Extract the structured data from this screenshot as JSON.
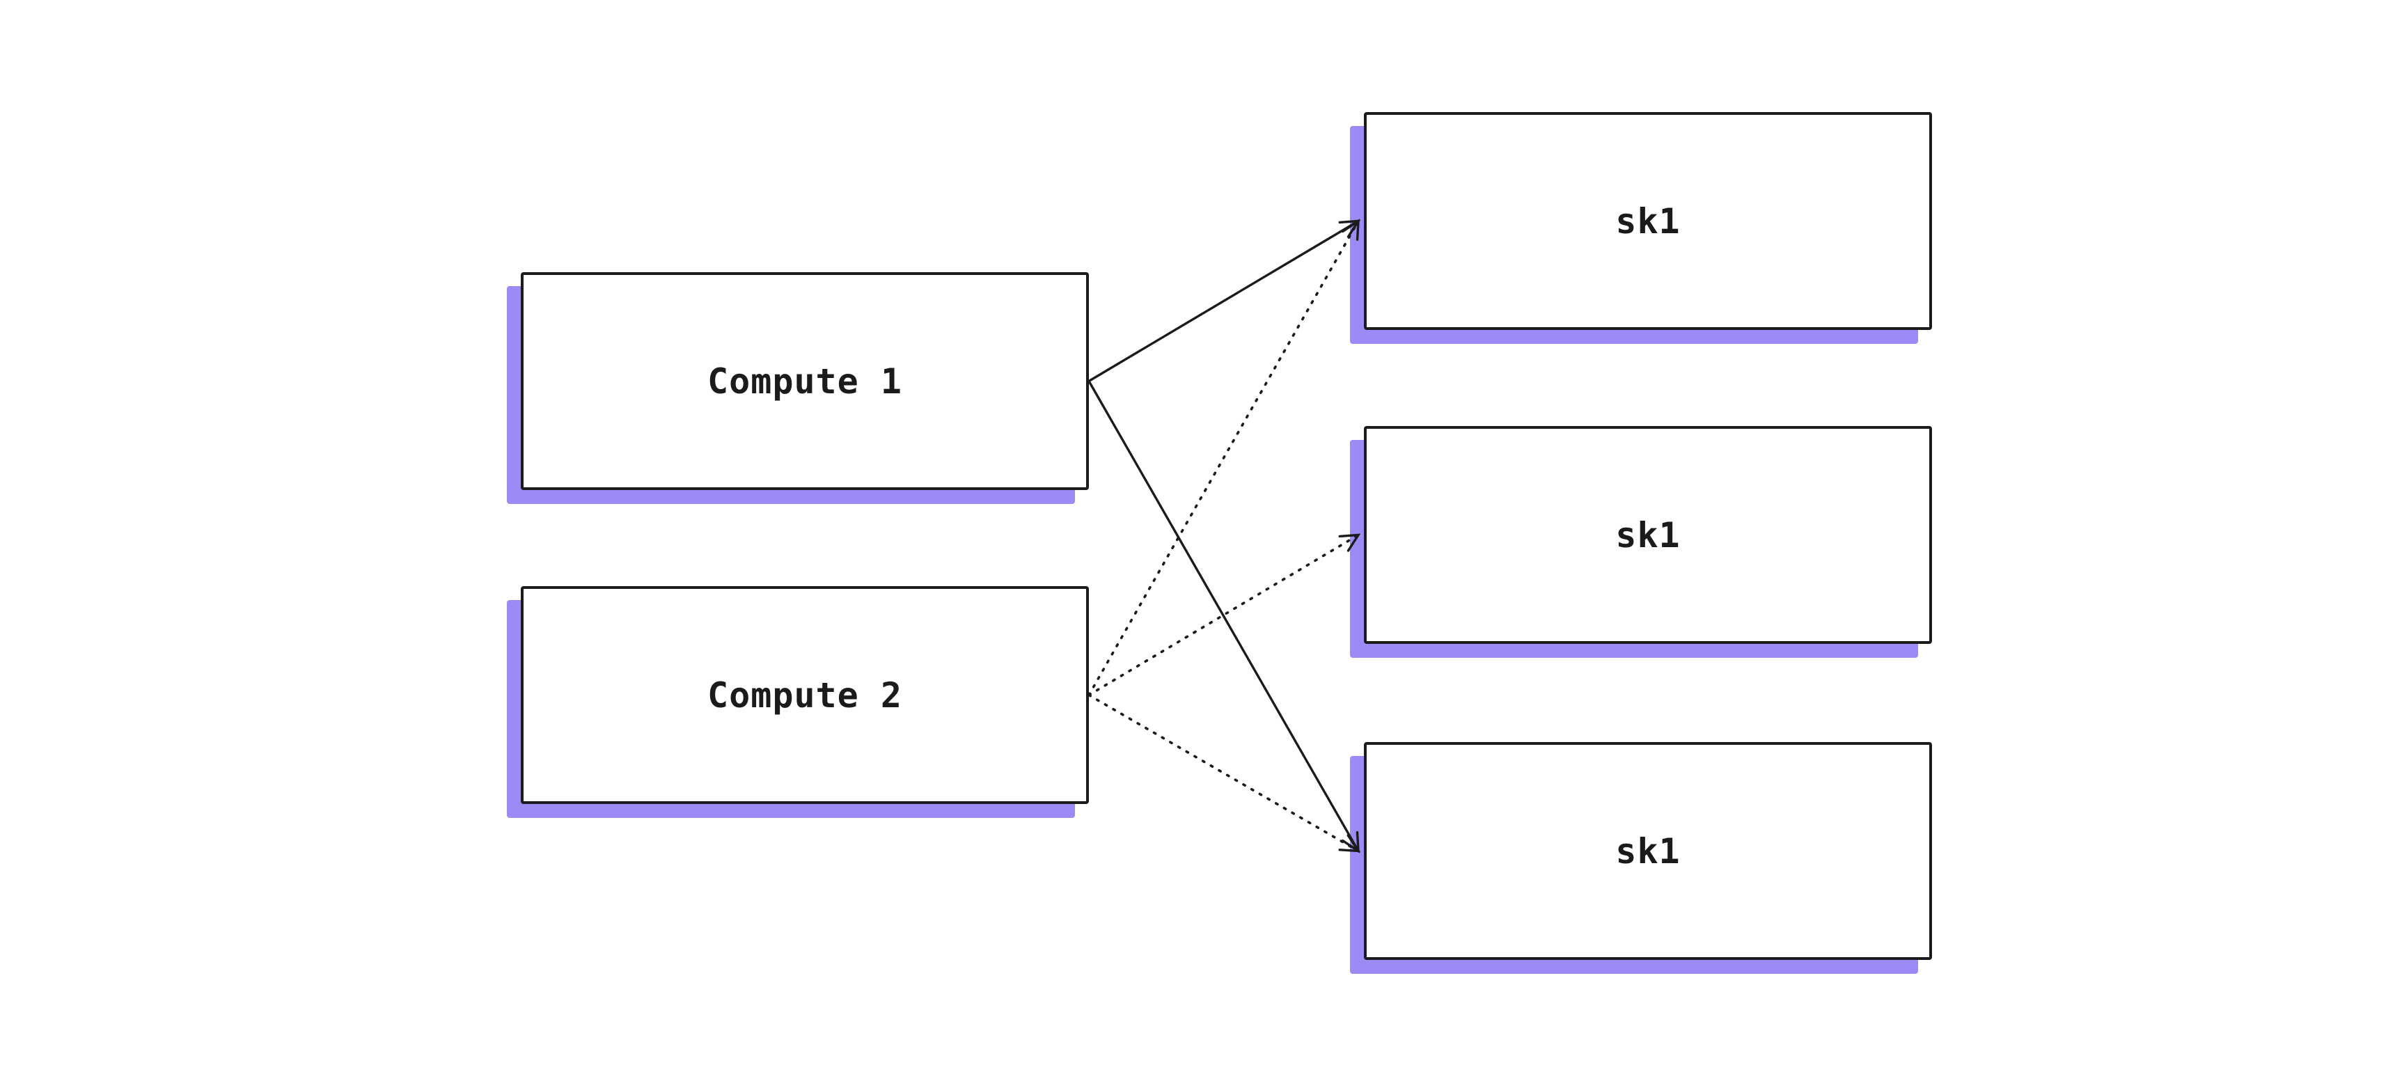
{
  "diagram": {
    "background_color": "#ffffff",
    "stroke_color": "#1b1b1b",
    "shadow_color": "#9b8bf4",
    "nodes": [
      {
        "id": "compute-1",
        "label": "Compute 1",
        "shape": "rectangle"
      },
      {
        "id": "compute-2",
        "label": "Compute 2",
        "shape": "rectangle"
      },
      {
        "id": "sk1-top",
        "label": "sk1",
        "shape": "rectangle"
      },
      {
        "id": "sk1-mid",
        "label": "sk1",
        "shape": "rectangle"
      },
      {
        "id": "sk1-bottom",
        "label": "sk1",
        "shape": "rectangle"
      }
    ],
    "edges": [
      {
        "from": "compute-1",
        "to": "sk1-top",
        "style": "solid",
        "arrow": "end"
      },
      {
        "from": "compute-1",
        "to": "sk1-bottom",
        "style": "solid",
        "arrow": "end"
      },
      {
        "from": "compute-2",
        "to": "sk1-top",
        "style": "dotted",
        "arrow": "end"
      },
      {
        "from": "compute-2",
        "to": "sk1-mid",
        "style": "dotted",
        "arrow": "end"
      },
      {
        "from": "compute-2",
        "to": "sk1-bottom",
        "style": "dotted",
        "arrow": "end"
      }
    ]
  }
}
